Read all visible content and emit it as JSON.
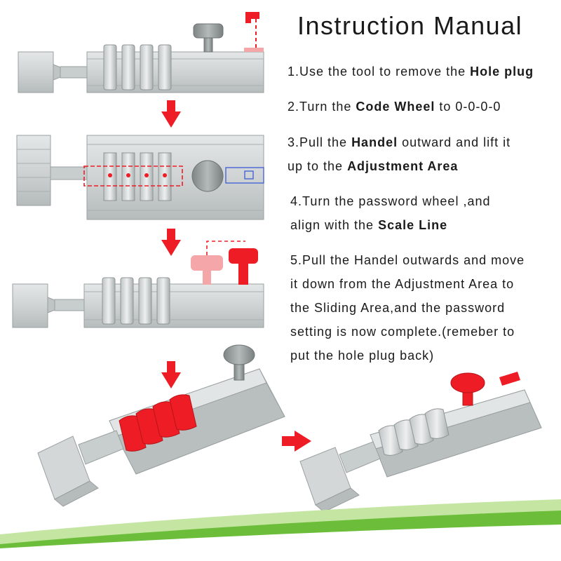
{
  "title": "Instruction Manual",
  "steps": {
    "s1": {
      "text": "1.Use the tool to remove the ",
      "bold": "Hole plug"
    },
    "s2": {
      "text": "2.Turn the ",
      "bold": "Code Wheel",
      "tail": " to 0-0-0-0"
    },
    "s3": {
      "line1": "3.Pull the ",
      "bold1": "Handel",
      "line1_tail": " outward and lift it",
      "line2": "up to the ",
      "bold2": "Adjustment Area"
    },
    "s4": {
      "line1": "4.Turn the password wheel ,and",
      "line2": "align with the ",
      "bold": "Scale Line"
    },
    "s5": {
      "lines": [
        "5.Pull the Handel outwards and move",
        "it down from the Adjustment Area to",
        "the Sliding Area,and the password",
        "setting is now complete.(remeber to",
        "put the hole plug back)"
      ]
    }
  },
  "colors": {
    "accent_red": "#ee1c24",
    "pink": "#f4a6a9",
    "metal": "#cdd2d2",
    "metal_dark": "#a9afaf",
    "knob": "#8f9595",
    "wave_green": "#6cbe3a",
    "wave_light": "#c5e6a2",
    "guide_blue": "#3c5bd6"
  },
  "icons": [
    "down-arrow-icon",
    "right-arrow-icon",
    "hole-plug-icon",
    "handle-knob-icon"
  ]
}
